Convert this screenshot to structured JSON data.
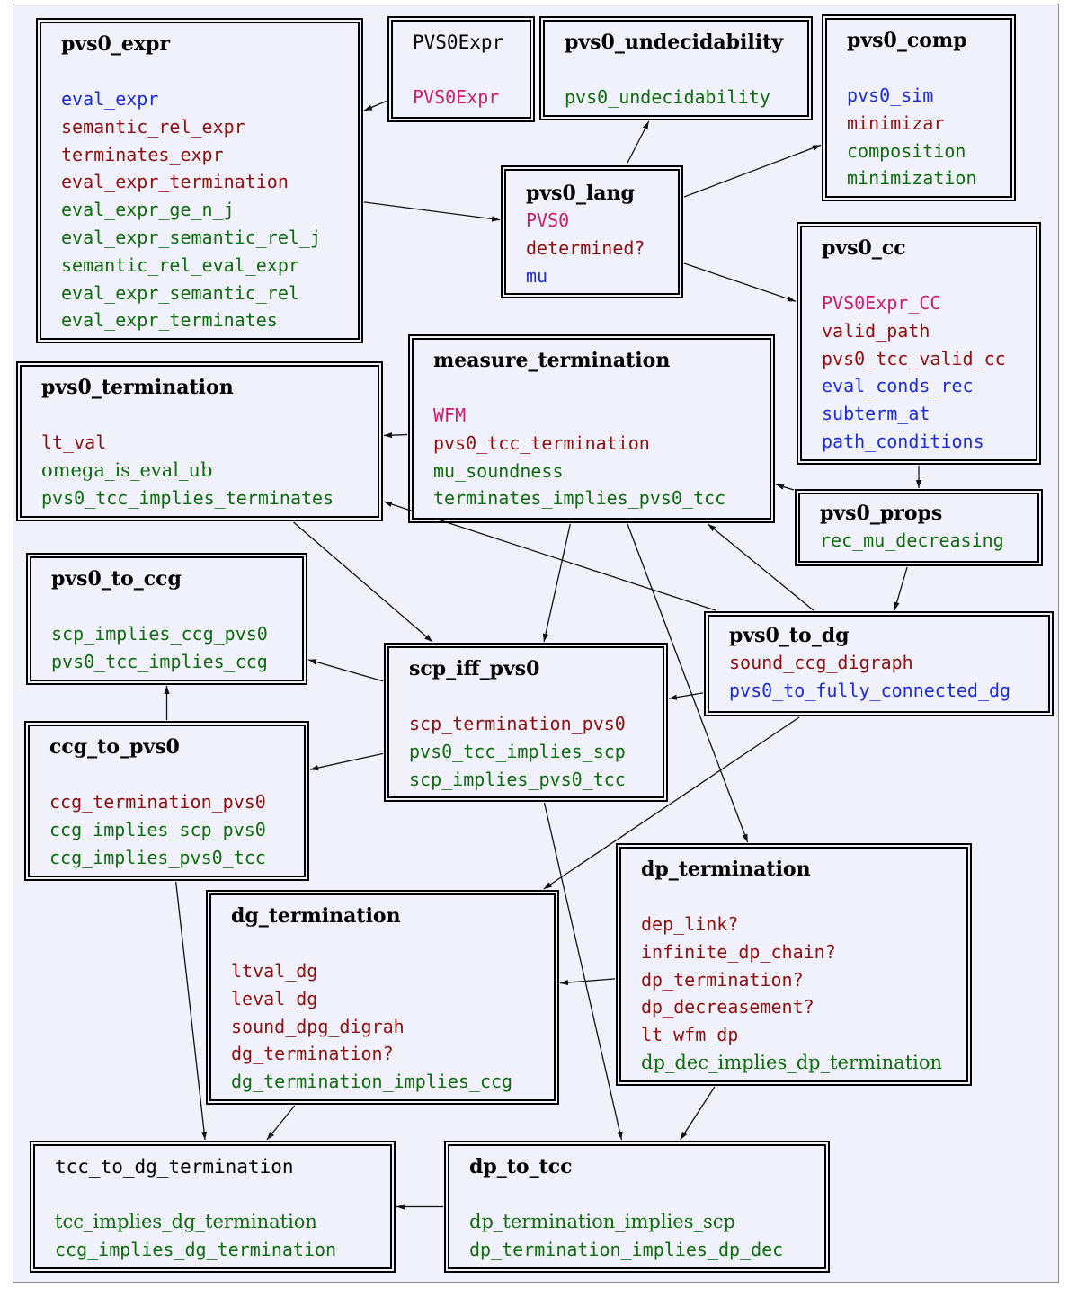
{
  "colors": {
    "blue": "#1c2bd4",
    "red": "#8c1010",
    "green": "#0f6b0f",
    "magenta": "#c81f6f",
    "background": "#f1f1fb",
    "edge": "#111111"
  },
  "nodes": {
    "pvs0_expr": {
      "title": "pvs0_expr",
      "items": [
        {
          "label": "eval_expr",
          "color": "blue"
        },
        {
          "label": "semantic_rel_expr",
          "color": "red"
        },
        {
          "label": "terminates_expr",
          "color": "red"
        },
        {
          "label": "eval_expr_termination",
          "color": "red"
        },
        {
          "label": "eval_expr_ge_n_j",
          "color": "green"
        },
        {
          "label": "eval_expr_semantic_rel_j",
          "color": "green"
        },
        {
          "label": "semantic_rel_eval_expr",
          "color": "green"
        },
        {
          "label": "eval_expr_semantic_rel",
          "color": "green"
        },
        {
          "label": "eval_expr_terminates",
          "color": "green"
        }
      ]
    },
    "PVS0Expr": {
      "title": "PVS0Expr",
      "items": [
        {
          "label": "PVS0Expr",
          "color": "magenta"
        }
      ]
    },
    "pvs0_undecidability": {
      "title": "pvs0_undecidability",
      "items": [
        {
          "label": "pvs0_undecidability",
          "color": "green"
        }
      ]
    },
    "pvs0_comp": {
      "title": "pvs0_comp",
      "items": [
        {
          "label": "pvs0_sim",
          "color": "blue"
        },
        {
          "label": "minimizar",
          "color": "red"
        },
        {
          "label": "composition",
          "color": "green"
        },
        {
          "label": "minimization",
          "color": "green"
        }
      ]
    },
    "pvs0_lang": {
      "title": "pvs0_lang",
      "items": [
        {
          "label": "PVS0",
          "color": "magenta"
        },
        {
          "label": "determined?",
          "color": "red"
        },
        {
          "label": "mu",
          "color": "blue"
        }
      ]
    },
    "pvs0_cc": {
      "title": "pvs0_cc",
      "items": [
        {
          "label": "PVS0Expr_CC",
          "color": "magenta"
        },
        {
          "label": "valid_path",
          "color": "red"
        },
        {
          "label": "pvs0_tcc_valid_cc",
          "color": "red"
        },
        {
          "label": "eval_conds_rec",
          "color": "blue"
        },
        {
          "label": "subterm_at",
          "color": "blue"
        },
        {
          "label": "path_conditions",
          "color": "blue"
        }
      ]
    },
    "measure_termination": {
      "title": "measure_termination",
      "items": [
        {
          "label": "WFM",
          "color": "magenta"
        },
        {
          "label": "pvs0_tcc_termination",
          "color": "red"
        },
        {
          "label": "mu_soundness",
          "color": "green"
        },
        {
          "label": "terminates_implies_pvs0_tcc",
          "color": "green"
        }
      ]
    },
    "pvs0_termination": {
      "title": "pvs0_termination",
      "items": [
        {
          "label": "lt_val",
          "color": "red"
        },
        {
          "label": "omega_is_eval_ub",
          "color": "green"
        },
        {
          "label": "pvs0_tcc_implies_terminates",
          "color": "green"
        }
      ]
    },
    "pvs0_props": {
      "title": "pvs0_props",
      "items": [
        {
          "label": "rec_mu_decreasing",
          "color": "green"
        }
      ]
    },
    "pvs0_to_ccg": {
      "title": "pvs0_to_ccg",
      "items": [
        {
          "label": "scp_implies_ccg_pvs0",
          "color": "green"
        },
        {
          "label": "pvs0_tcc_implies_ccg",
          "color": "green"
        }
      ]
    },
    "scp_iff_pvs0": {
      "title": "scp_iff_pvs0",
      "items": [
        {
          "label": "scp_termination_pvs0",
          "color": "red"
        },
        {
          "label": "pvs0_tcc_implies_scp",
          "color": "green"
        },
        {
          "label": "scp_implies_pvs0_tcc",
          "color": "green"
        }
      ]
    },
    "pvs0_to_dg": {
      "title": "pvs0_to_dg",
      "items": [
        {
          "label": "sound_ccg_digraph",
          "color": "red"
        },
        {
          "label": "pvs0_to_fully_connected_dg",
          "color": "blue"
        }
      ]
    },
    "ccg_to_pvs0": {
      "title": "ccg_to_pvs0",
      "items": [
        {
          "label": "ccg_termination_pvs0",
          "color": "red"
        },
        {
          "label": "ccg_implies_scp_pvs0",
          "color": "green"
        },
        {
          "label": "ccg_implies_pvs0_tcc",
          "color": "green"
        }
      ]
    },
    "dp_termination": {
      "title": "dp_termination",
      "items": [
        {
          "label": "dep_link?",
          "color": "red"
        },
        {
          "label": "infinite_dp_chain?",
          "color": "red"
        },
        {
          "label": "dp_termination?",
          "color": "red"
        },
        {
          "label": "dp_decreasement?",
          "color": "red"
        },
        {
          "label": "lt_wfm_dp",
          "color": "red"
        },
        {
          "label": "dp_dec_implies_dp_termination",
          "color": "green"
        }
      ]
    },
    "dg_termination": {
      "title": "dg_termination",
      "items": [
        {
          "label": "ltval_dg",
          "color": "red"
        },
        {
          "label": "leval_dg",
          "color": "red"
        },
        {
          "label": "sound_dpg_digrah",
          "color": "red"
        },
        {
          "label": "dg_termination?",
          "color": "red"
        },
        {
          "label": "dg_termination_implies_ccg",
          "color": "green"
        }
      ]
    },
    "tcc_to_dg_termination": {
      "title": "tcc_to_dg_termination",
      "items": [
        {
          "label": "tcc_implies_dg_termination",
          "color": "green"
        },
        {
          "label": "ccg_implies_dg_termination",
          "color": "green"
        }
      ]
    },
    "dp_to_tcc": {
      "title": "dp_to_tcc",
      "items": [
        {
          "label": "dp_termination_implies_scp",
          "color": "green"
        },
        {
          "label": "dp_termination_implies_dp_dec",
          "color": "green"
        }
      ]
    }
  },
  "edges": [
    {
      "from": "PVS0Expr",
      "to": "pvs0_expr"
    },
    {
      "from": "pvs0_expr",
      "to": "pvs0_lang"
    },
    {
      "from": "pvs0_lang",
      "to": "pvs0_undecidability"
    },
    {
      "from": "pvs0_lang",
      "to": "pvs0_comp"
    },
    {
      "from": "pvs0_lang",
      "to": "pvs0_cc"
    },
    {
      "from": "pvs0_cc",
      "to": "pvs0_props"
    },
    {
      "from": "measure_termination",
      "to": "pvs0_termination"
    },
    {
      "from": "pvs0_props",
      "to": "measure_termination"
    },
    {
      "from": "pvs0_props",
      "to": "pvs0_to_dg"
    },
    {
      "from": "pvs0_to_dg",
      "to": "measure_termination"
    },
    {
      "from": "pvs0_to_dg",
      "to": "pvs0_termination"
    },
    {
      "from": "pvs0_termination",
      "to": "scp_iff_pvs0"
    },
    {
      "from": "measure_termination",
      "to": "scp_iff_pvs0"
    },
    {
      "from": "measure_termination",
      "to": "dp_termination"
    },
    {
      "from": "pvs0_to_dg",
      "to": "scp_iff_pvs0"
    },
    {
      "from": "scp_iff_pvs0",
      "to": "pvs0_to_ccg"
    },
    {
      "from": "ccg_to_pvs0",
      "to": "pvs0_to_ccg"
    },
    {
      "from": "scp_iff_pvs0",
      "to": "ccg_to_pvs0"
    },
    {
      "from": "pvs0_to_dg",
      "to": "dg_termination"
    },
    {
      "from": "dp_termination",
      "to": "dg_termination"
    },
    {
      "from": "scp_iff_pvs0",
      "to": "dp_to_tcc"
    },
    {
      "from": "ccg_to_pvs0",
      "to": "tcc_to_dg_termination"
    },
    {
      "from": "dg_termination",
      "to": "tcc_to_dg_termination"
    },
    {
      "from": "dp_termination",
      "to": "dp_to_tcc"
    },
    {
      "from": "dp_to_tcc",
      "to": "tcc_to_dg_termination"
    }
  ]
}
